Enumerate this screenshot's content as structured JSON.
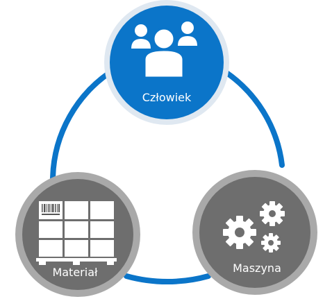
{
  "diagram": {
    "nodes": {
      "human": {
        "label": "Człowiek",
        "icon": "people-icon"
      },
      "material": {
        "label": "Materiał",
        "icon": "pallet-boxes-icon"
      },
      "machine": {
        "label": "Maszyna",
        "icon": "gears-icon"
      }
    }
  },
  "colors": {
    "accent": "#0b75c9",
    "accent_ring": "#d9e4ef",
    "gray_dark": "#6e6e6e",
    "gray_light": "#a9a9a9",
    "icon": "#ffffff"
  }
}
